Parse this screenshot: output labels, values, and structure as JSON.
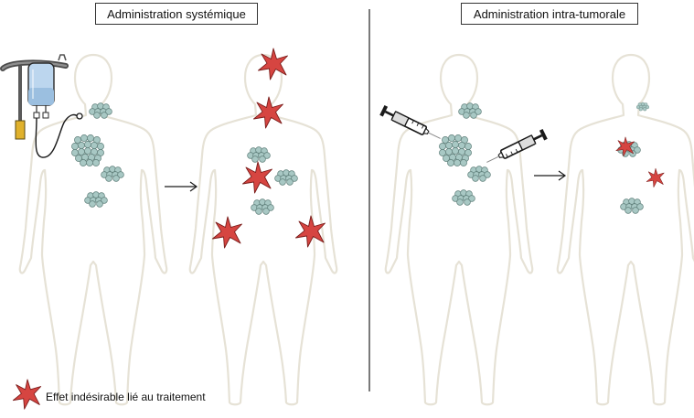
{
  "panels": {
    "left": {
      "title": "Administration systémique"
    },
    "right": {
      "title": "Administration intra-tumorale"
    }
  },
  "legend": {
    "label": "Effet indésirable lié au traitement"
  },
  "colors": {
    "adverse_effect": "#d64541",
    "adverse_effect_stroke": "#7a1c1a",
    "body_outline": "#e6e2d6",
    "tumor": "#a8c8c4",
    "divider": "#222222"
  },
  "icons": {
    "adverse": "red-star-icon",
    "iv": "iv-drip-icon",
    "syringe": "syringe-icon",
    "tumor": "tumor-cluster-icon",
    "arrow": "arrow-right-icon"
  }
}
